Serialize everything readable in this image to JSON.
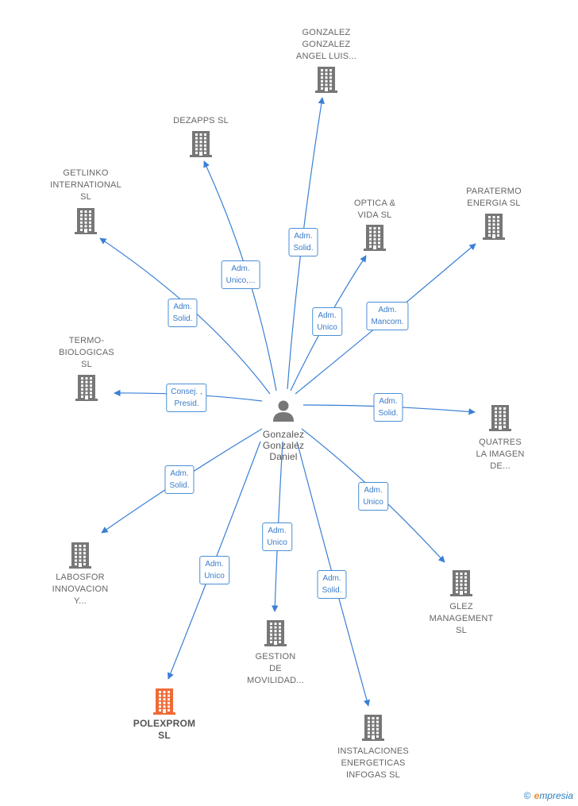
{
  "center": {
    "label": "Gonzalez\nGonzalez\nDaniel"
  },
  "colors": {
    "edge": "#3a7fd5",
    "building": "#777777",
    "building_main": "#f06a35",
    "person": "#777777"
  },
  "nodes": [
    {
      "id": "gonzalez-gonzalez-angel-luis",
      "label": "GONZALEZ\nGONZALEZ\nANGEL LUIS...",
      "main": false,
      "edge_label": "Adm.\nSolid."
    },
    {
      "id": "dezapps-sl",
      "label": "DEZAPPS  SL",
      "main": false,
      "edge_label": "Adm.\nUnico,..."
    },
    {
      "id": "getlinko-international-sl",
      "label": "GETLINKO\nINTERNATIONAL\nSL",
      "main": false,
      "edge_label": "Adm.\nSolid."
    },
    {
      "id": "optica-vida-sl",
      "label": "OPTICA &\nVIDA SL",
      "main": false,
      "edge_label": "Adm.\nUnico"
    },
    {
      "id": "paratermo-energia-sl",
      "label": "PARATERMO\nENERGIA SL",
      "main": false,
      "edge_label": "Adm.\nMancom."
    },
    {
      "id": "termo-biologicas-sl",
      "label": "TERMO-\nBIOLOGICAS\nSL",
      "main": false,
      "edge_label": "Consej. ,\nPresid."
    },
    {
      "id": "quatres-la-imagen",
      "label": "QUATRES\nLA IMAGEN\nDE...",
      "main": false,
      "edge_label": "Adm.\nSolid."
    },
    {
      "id": "labosfor-innovacion",
      "label": "LABOSFOR\nINNOVACION\nY...",
      "main": false,
      "edge_label": "Adm.\nSolid."
    },
    {
      "id": "glez-management-sl",
      "label": "GLEZ\nMANAGEMENT\nSL",
      "main": false,
      "edge_label": "Adm.\nUnico"
    },
    {
      "id": "gestion-de-movilidad",
      "label": "GESTION\nDE\nMOVILIDAD...",
      "main": false,
      "edge_label": "Adm.\nUnico"
    },
    {
      "id": "polexprom-sl",
      "label": "POLEXPROM\nSL",
      "main": true,
      "edge_label": "Adm.\nUnico"
    },
    {
      "id": "instalaciones-energeticas-infogas-sl",
      "label": "INSTALACIONES\nENERGETICAS\nINFOGAS  SL",
      "main": false,
      "edge_label": "Adm.\nSolid."
    }
  ],
  "footer": {
    "copyright": "©",
    "brand_first": "e",
    "brand_rest": "mpresia"
  }
}
